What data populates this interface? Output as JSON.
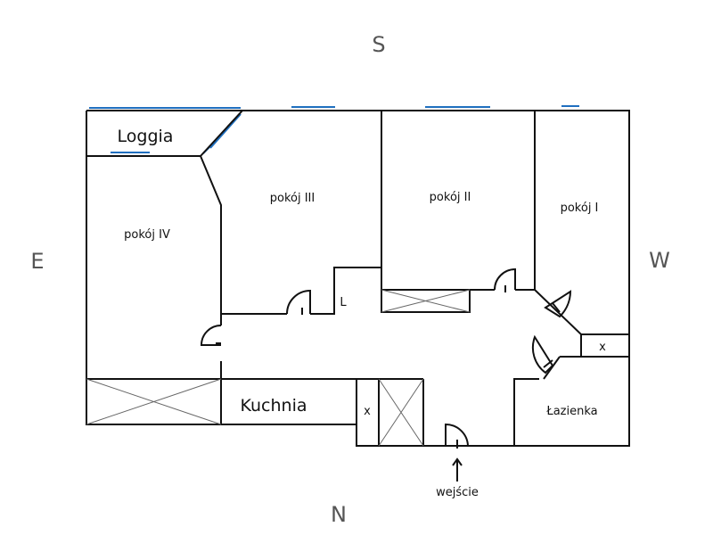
{
  "compass": {
    "south": "S",
    "east": "E",
    "west": "W",
    "north": "N"
  },
  "rooms": {
    "loggia": "Loggia",
    "room4": "pokój IV",
    "room3": "pokój III",
    "room2": "pokój II",
    "room1": "pokój I",
    "kitchen": "Kuchnia",
    "bathroom": "Łazienka"
  },
  "marks": {
    "closet": "L",
    "x1": "x",
    "x2": "x"
  },
  "entrance": "wejście",
  "colors": {
    "walls": "#111111",
    "windows": "#1f6fbf"
  }
}
